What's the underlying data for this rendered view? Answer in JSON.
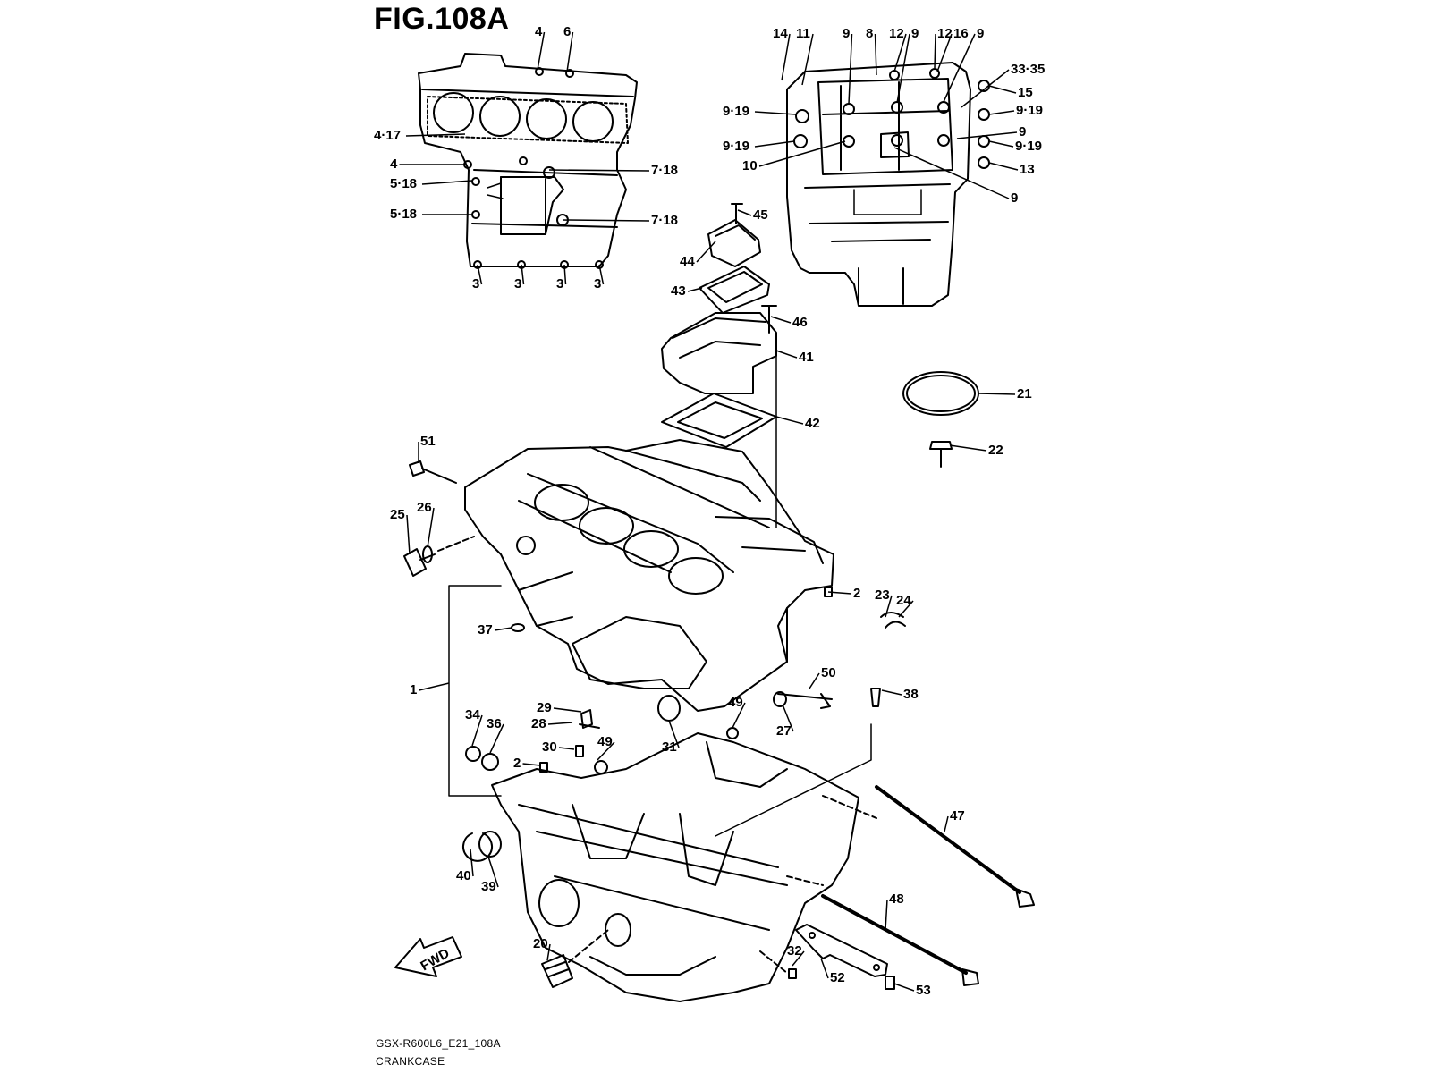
{
  "figure": {
    "title": "FIG.108A",
    "code": "GSX-R600L6_E21_108A",
    "name": "CRANKCASE",
    "fwd_label": "FWD"
  },
  "callouts": [
    "4",
    "6",
    "4·17",
    "4",
    "5·18",
    "5·18",
    "7·18",
    "7·18",
    "3",
    "3",
    "3",
    "3",
    "14",
    "11",
    "9",
    "8",
    "12",
    "9",
    "12",
    "16",
    "9",
    "33·35",
    "15",
    "9·19",
    "9·19",
    "9·19",
    "9",
    "9·19",
    "10",
    "13",
    "9",
    "45",
    "44",
    "43",
    "46",
    "41",
    "42",
    "21",
    "22",
    "51",
    "25",
    "26",
    "2",
    "23",
    "24",
    "37",
    "1",
    "50",
    "38",
    "29",
    "28",
    "49",
    "27",
    "34",
    "36",
    "30",
    "2",
    "49",
    "31",
    "47",
    "40",
    "39",
    "48",
    "20",
    "32",
    "52",
    "53"
  ]
}
